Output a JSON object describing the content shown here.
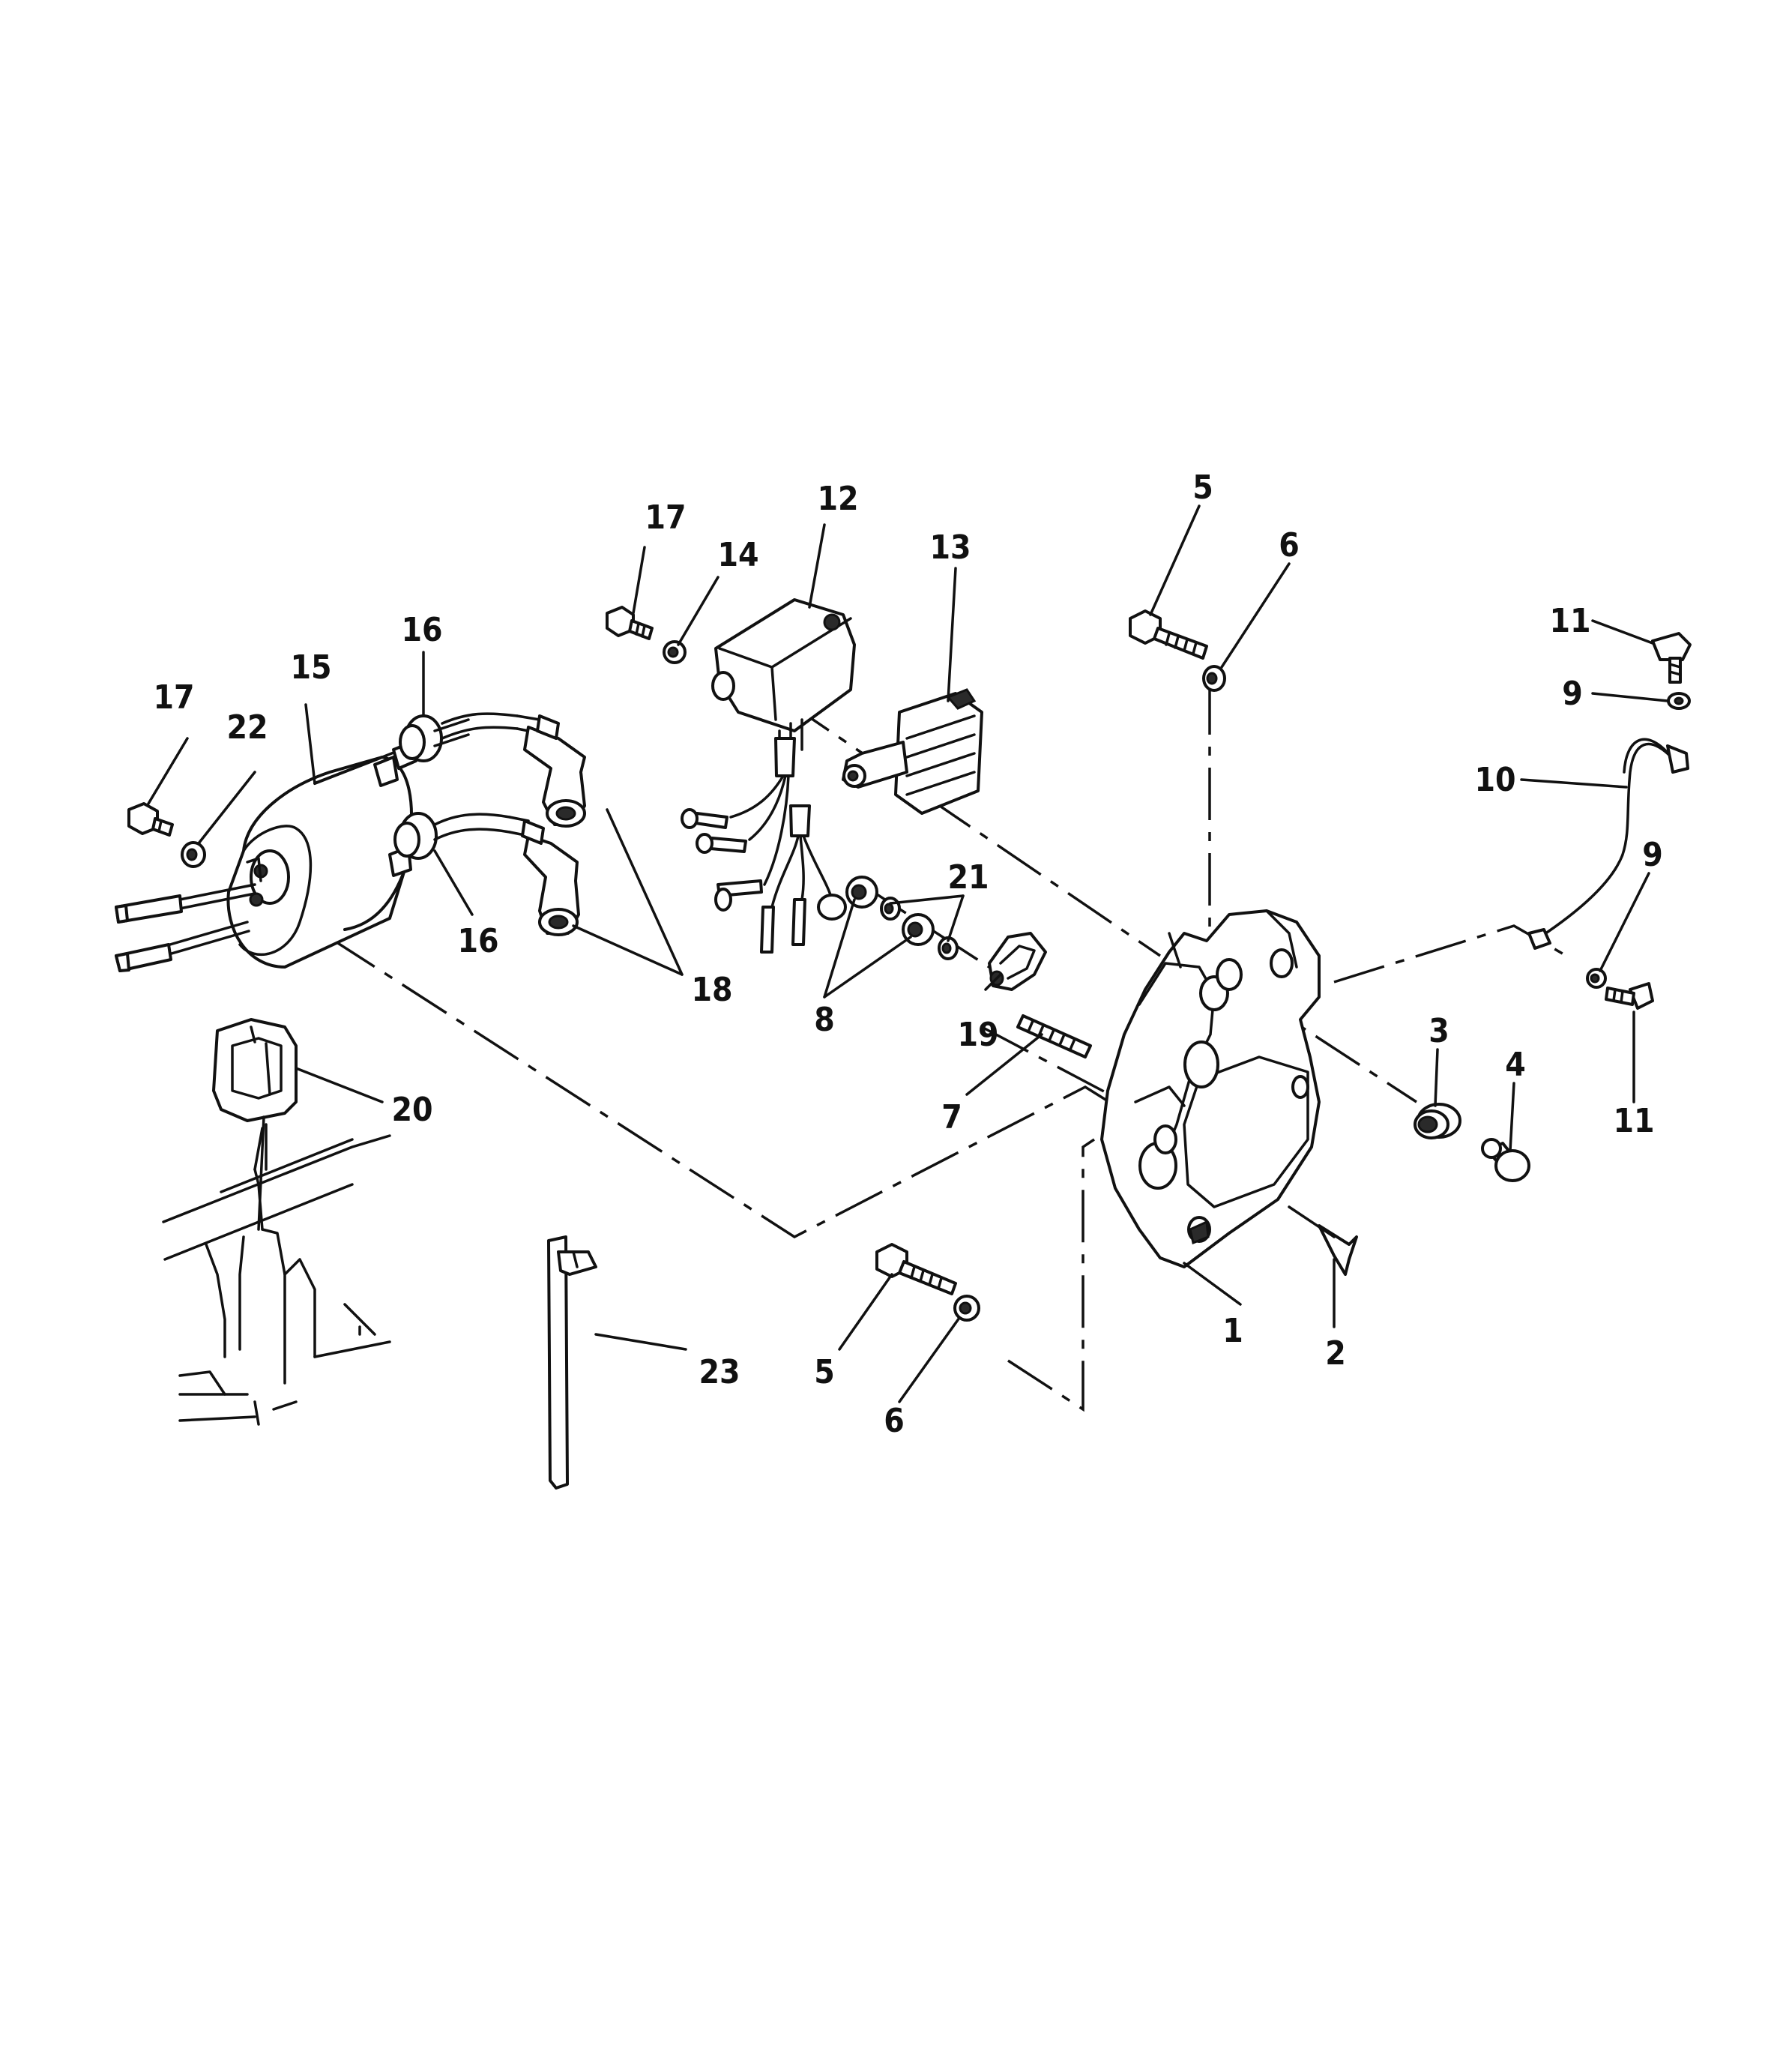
{
  "callouts": [
    {
      "id": "c1",
      "text": "1"
    },
    {
      "id": "c2",
      "text": "2"
    },
    {
      "id": "c3",
      "text": "3"
    },
    {
      "id": "c4",
      "text": "4"
    },
    {
      "id": "c5a",
      "text": "5"
    },
    {
      "id": "c5b",
      "text": "5"
    },
    {
      "id": "c6a",
      "text": "6"
    },
    {
      "id": "c6b",
      "text": "6"
    },
    {
      "id": "c7",
      "text": "7"
    },
    {
      "id": "c8",
      "text": "8"
    },
    {
      "id": "c9a",
      "text": "9"
    },
    {
      "id": "c9b",
      "text": "9"
    },
    {
      "id": "c10",
      "text": "10"
    },
    {
      "id": "c11a",
      "text": "11"
    },
    {
      "id": "c11b",
      "text": "11"
    },
    {
      "id": "c12",
      "text": "12"
    },
    {
      "id": "c13",
      "text": "13"
    },
    {
      "id": "c14",
      "text": "14"
    },
    {
      "id": "c15",
      "text": "15"
    },
    {
      "id": "c16a",
      "text": "16"
    },
    {
      "id": "c16b",
      "text": "16"
    },
    {
      "id": "c17a",
      "text": "17"
    },
    {
      "id": "c17b",
      "text": "17"
    },
    {
      "id": "c18",
      "text": "18"
    },
    {
      "id": "c19",
      "text": "19"
    },
    {
      "id": "c20",
      "text": "20"
    },
    {
      "id": "c21",
      "text": "21"
    },
    {
      "id": "c22",
      "text": "22"
    },
    {
      "id": "c23",
      "text": "23"
    }
  ]
}
